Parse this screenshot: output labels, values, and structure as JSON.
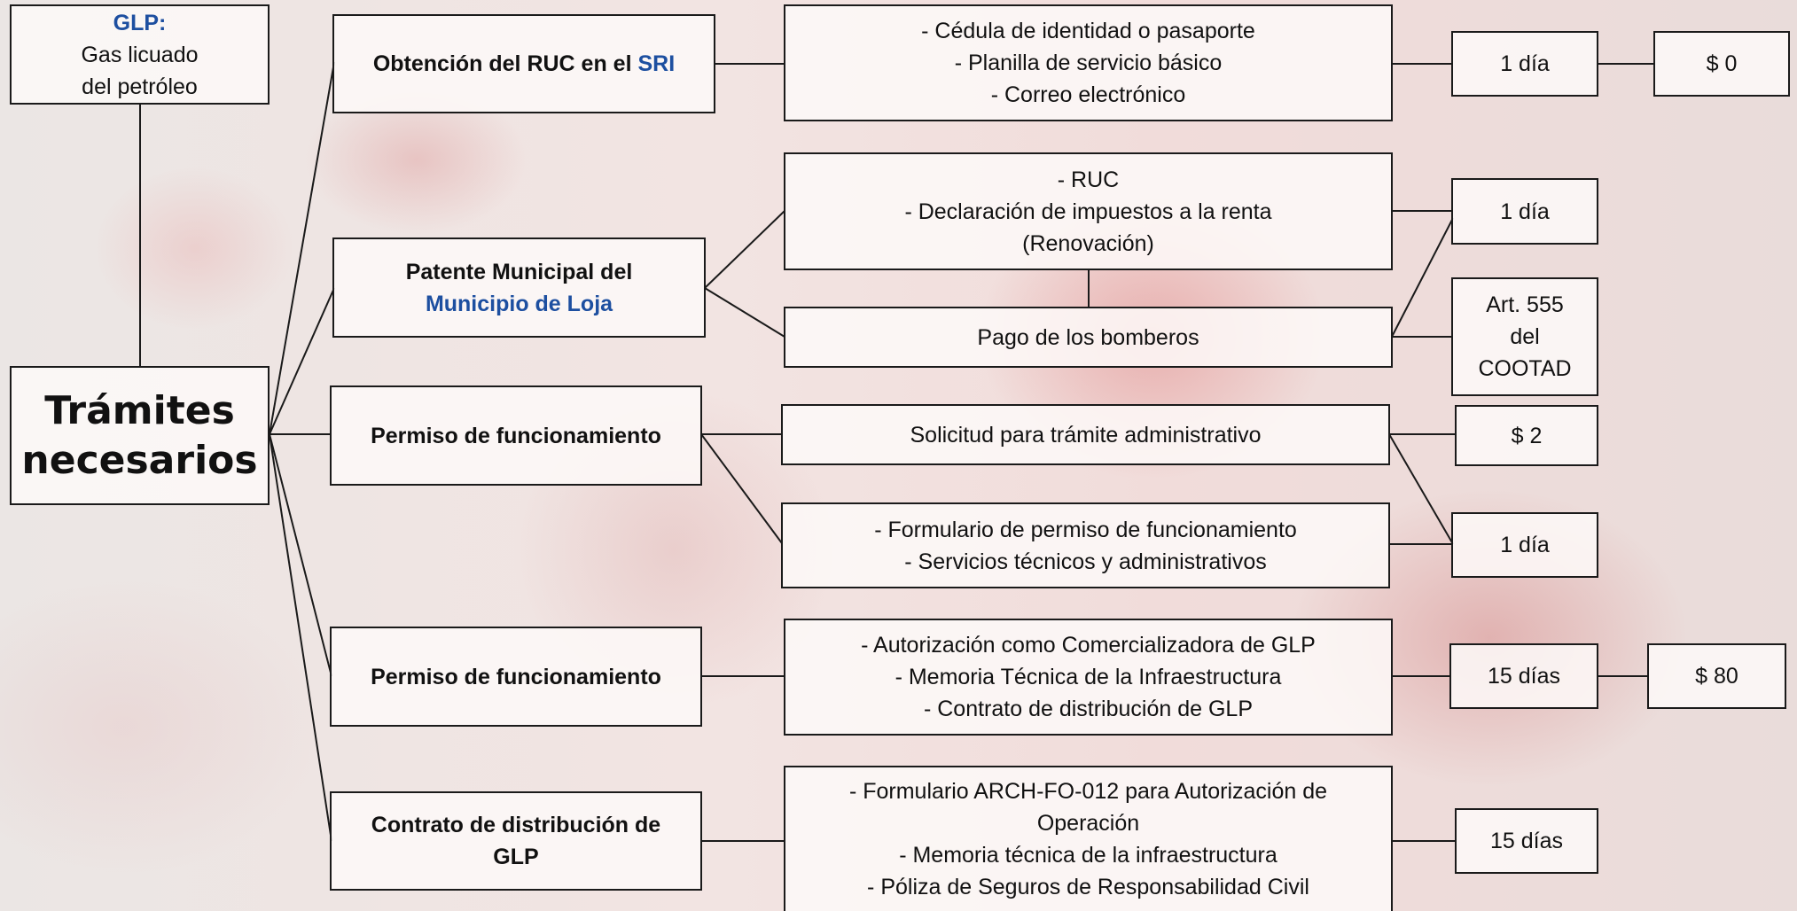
{
  "legend": {
    "abbr": "GLP:",
    "desc_line1": "Gas licuado",
    "desc_line2": "del petróleo"
  },
  "root": {
    "line1": "Trámites",
    "line2": "necesarios"
  },
  "branch1": {
    "title_prefix": "Obtención del RUC en el",
    "title_accent": "SRI",
    "requirements": [
      "- Cédula de identidad o pasaporte",
      "- Planilla de servicio básico",
      "- Correo electrónico"
    ],
    "time": "1 día",
    "cost": "$ 0"
  },
  "branch2": {
    "title_line1": "Patente Municipal del",
    "title_accent": "Municipio de Loja",
    "requirements_a": [
      "- RUC",
      "- Declaración de impuestos a la renta",
      "(Renovación)"
    ],
    "requirement_b": "Pago de los bomberos",
    "time": "1 día",
    "law": [
      "Art. 555",
      "del",
      "COOTAD"
    ]
  },
  "branch3": {
    "title": "Permiso de funcionamiento",
    "requirement_a": "Solicitud para trámite administrativo",
    "requirements_b": [
      "- Formulario de permiso de funcionamiento",
      "- Servicios técnicos y administrativos"
    ],
    "cost": "$ 2",
    "time": "1 día"
  },
  "branch4": {
    "title": "Permiso de funcionamiento",
    "requirements": [
      "- Autorización como Comercializadora de GLP",
      "-  Memoria Técnica de la Infraestructura",
      "- Contrato de distribución de GLP"
    ],
    "time": "15 días",
    "cost": "$ 80"
  },
  "branch5": {
    "title_line1": "Contrato de distribución de",
    "title_line2": "GLP",
    "requirements": [
      "- Formulario ARCH-FO-012 para Autorización de",
      "Operación",
      "- Memoria técnica de la infraestructura",
      "- Póliza de Seguros de Responsabilidad Civil"
    ],
    "time": "15 días"
  },
  "colors": {
    "accent": "#1d4fa0",
    "border": "#1a1a1a",
    "box_fill": "#fdf9f8"
  }
}
